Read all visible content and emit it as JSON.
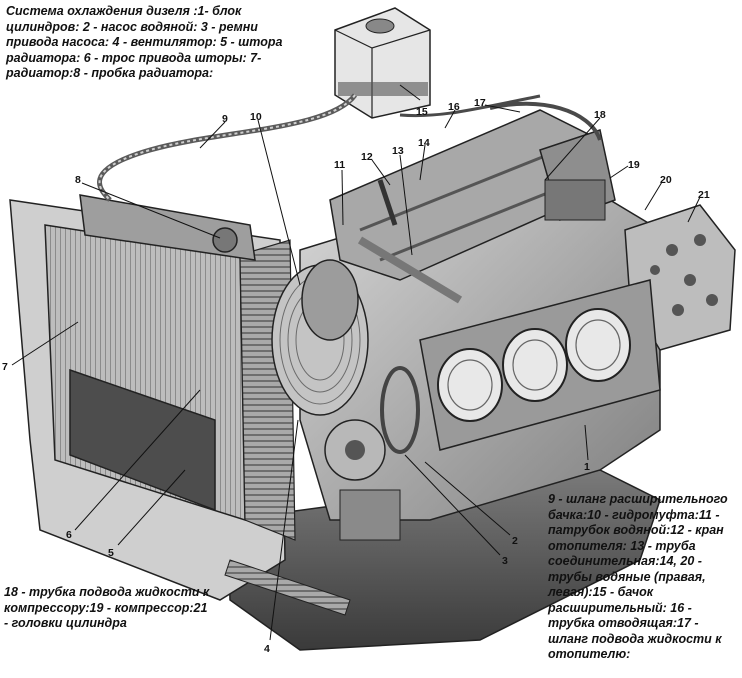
{
  "captions": {
    "top": "Система охлаждения дизеля :1- блок цилиндров: 2 - насос водяной: 3 - ремни привода насоса: 4 - вентилятор: 5 - штора радиатора: 6 - трос привода шторы: 7- радиатор:8 - пробка радиатора:",
    "right": "9 - шланг расширительного бачка:10 - гидромуфта:11 - патрубок водяной:12 - кран отопителя: 13 - труба соединительная:14, 20 - трубы водяные (правая, левая):15 - бачок расширительный: 16 - трубка отводящая:17 - шланг подвода жидкости к отопителю:",
    "left": "18 - трубка подвода жидкости к компрессору:19 - компрессор:21 - головки цилиндра"
  },
  "callouts": [
    "1",
    "2",
    "3",
    "4",
    "5",
    "6",
    "7",
    "8",
    "9",
    "10",
    "11",
    "12",
    "13",
    "14",
    "15",
    "16",
    "17",
    "18",
    "19",
    "20",
    "21"
  ]
}
